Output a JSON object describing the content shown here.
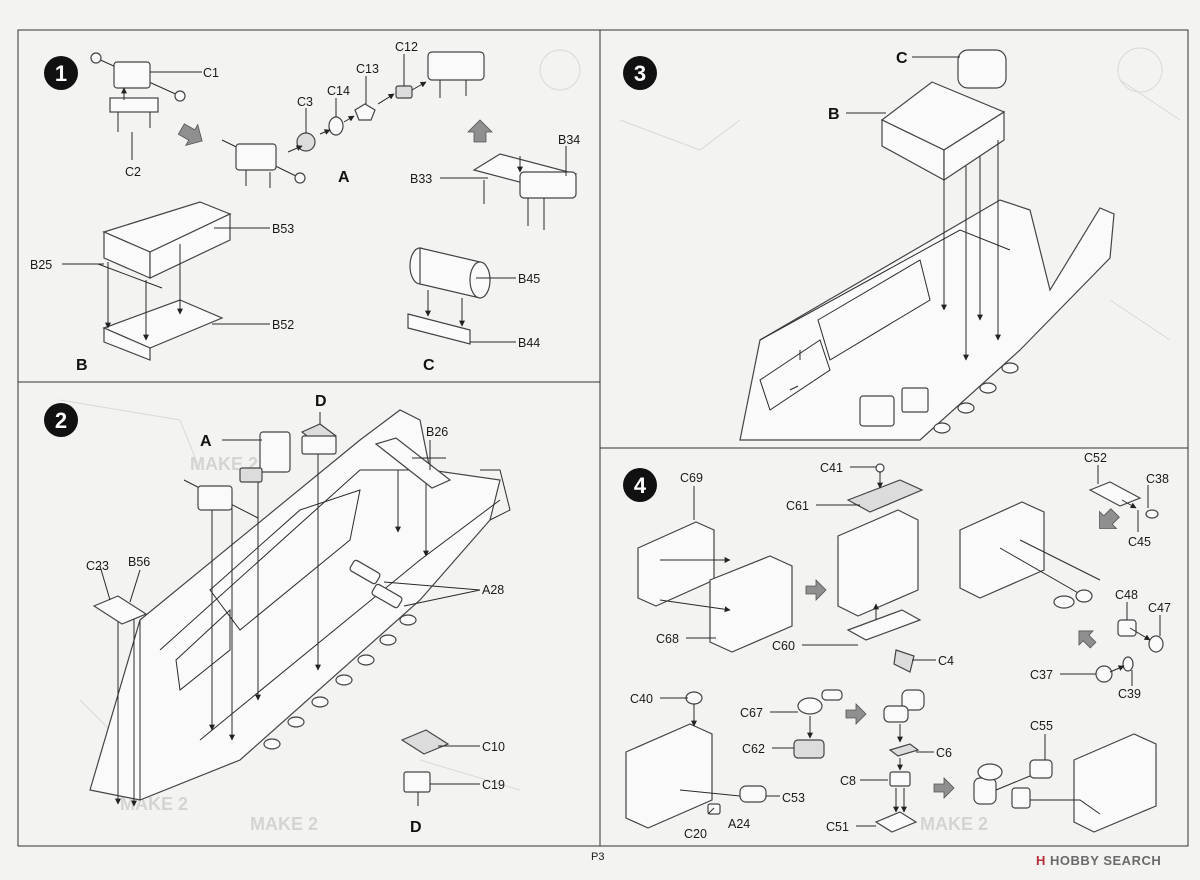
{
  "page_number": "P3",
  "watermark": {
    "mark": "H",
    "brand": "HOBBY SEARCH"
  },
  "steps": [
    {
      "number": "1",
      "groups": [
        "A",
        "B",
        "C"
      ],
      "labels": [
        "C1",
        "C2",
        "C3",
        "C14",
        "C13",
        "C12",
        "B34",
        "B33",
        "B53",
        "B25",
        "B52",
        "B45",
        "B44"
      ]
    },
    {
      "number": "2",
      "groups": [
        "A",
        "D",
        "D"
      ],
      "labels": [
        "B26",
        "A28",
        "C23",
        "B56",
        "C10",
        "C19"
      ]
    },
    {
      "number": "3",
      "groups": [
        "C",
        "B"
      ],
      "labels": []
    },
    {
      "number": "4",
      "groups": [],
      "labels": [
        "C69",
        "C68",
        "C41",
        "C61",
        "C60",
        "C4",
        "C52",
        "C38",
        "C45",
        "C48",
        "C47",
        "C37",
        "C39",
        "C40",
        "C20",
        "A24",
        "C53",
        "C67",
        "C62",
        "C6",
        "C8",
        "C51",
        "C55"
      ]
    }
  ]
}
